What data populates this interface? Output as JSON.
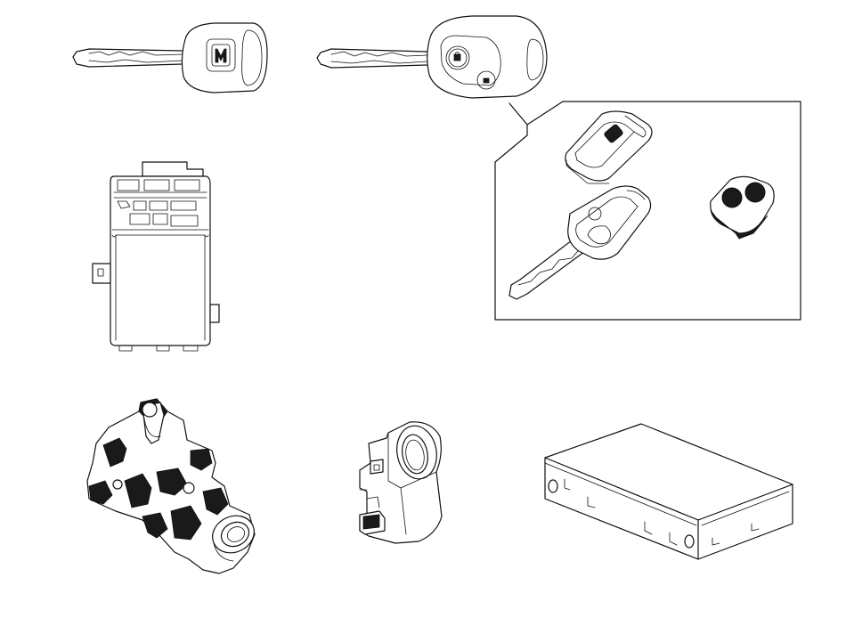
{
  "diagram": {
    "parts": [
      {
        "id": "transponder-key",
        "icon": "transponder-key-icon"
      },
      {
        "id": "remote-key",
        "icon": "remote-key-icon"
      },
      {
        "id": "remote-key-detail",
        "icon": "remote-key-detail-icon"
      },
      {
        "id": "control-unit",
        "icon": "control-unit-icon"
      },
      {
        "id": "ignition-switch",
        "icon": "ignition-switch-icon"
      },
      {
        "id": "immobilizer-receiver",
        "icon": "immobilizer-receiver-icon"
      },
      {
        "id": "control-module-box",
        "icon": "control-module-box-icon"
      }
    ],
    "line_color": "#111111",
    "background": "#ffffff"
  }
}
